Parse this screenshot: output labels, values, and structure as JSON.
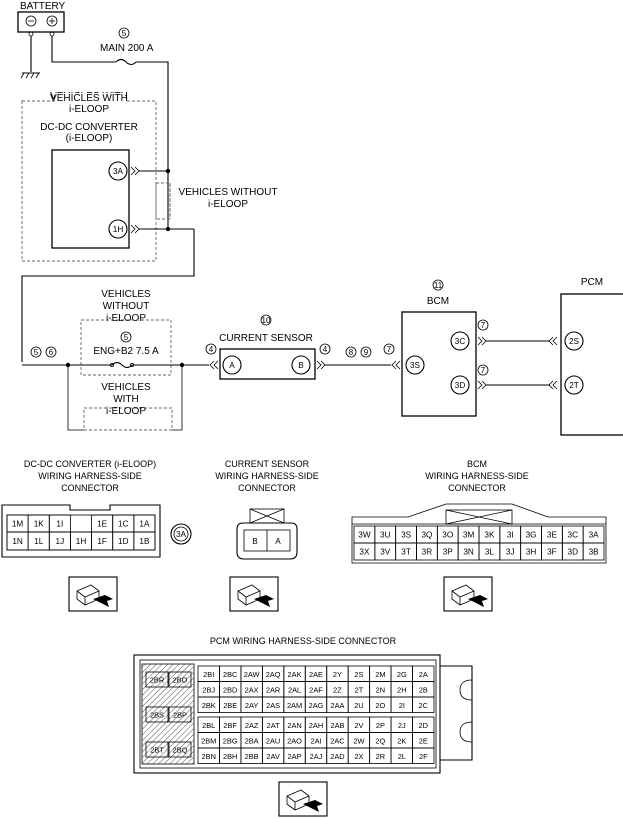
{
  "labels": {
    "battery": "BATTERY",
    "main_fuse_ref": "5",
    "main_fuse": "MAIN 200 A",
    "vehicles_with_top_1": "VEHICLES WITH",
    "vehicles_with_top_2": "i-ELOOP",
    "dcdc_1": "DC-DC CONVERTER",
    "dcdc_2": "(i-ELOOP)",
    "vehicles_without_mid_1": "VEHICLES WITHOUT",
    "vehicles_without_mid_2": "i-ELOOP",
    "vehicles_without_low_1": "VEHICLES",
    "vehicles_without_low_2": "WITHOUT",
    "vehicles_without_low_3": "i-ELOOP",
    "eng_fuse_ref": "5",
    "eng_fuse": "ENG+B2 7.5 A",
    "vehicles_with_low_1": "VEHICLES",
    "vehicles_with_low_2": "WITH",
    "vehicles_with_low_3": "i-ELOOP",
    "current_sensor_ref": "10",
    "current_sensor": "CURRENT SENSOR",
    "bcm_ref": "11",
    "bcm": "BCM",
    "pcm": "PCM"
  },
  "pins": {
    "dc_3a": "3A",
    "dc_1h": "1H",
    "cs_a": "A",
    "cs_b": "B",
    "bcm_3s": "3S",
    "bcm_3c": "3C",
    "bcm_3d": "3D",
    "pcm_2s": "2S",
    "pcm_2t": "2T"
  },
  "wire_refs": {
    "r5": "5",
    "r6": "6",
    "r4a": "4",
    "r4b": "4",
    "r8": "8",
    "r9": "9",
    "r7a": "7",
    "r7b": "7",
    "r7c": "7"
  },
  "connectors": {
    "dcdc_title_1": "DC-DC CONVERTER (i-ELOOP)",
    "dcdc_title_2": "WIRING HARNESS-SIDE",
    "dcdc_title_3": "CONNECTOR",
    "dcdc_row1": [
      "1M",
      "1K",
      "1I",
      "",
      "1E",
      "1C",
      "1A"
    ],
    "dcdc_row2": [
      "1N",
      "1L",
      "1J",
      "1H",
      "1F",
      "1D",
      "1B"
    ],
    "dcdc_side": "3A",
    "cs_title_1": "CURRENT SENSOR",
    "cs_title_2": "WIRING HARNESS-SIDE",
    "cs_title_3": "CONNECTOR",
    "cs_pins": [
      "B",
      "A"
    ],
    "bcm_title_1": "BCM",
    "bcm_title_2": "WIRING HARNESS-SIDE",
    "bcm_title_3": "CONNECTOR",
    "bcm_row1": [
      "3W",
      "3U",
      "3S",
      "3Q",
      "3O",
      "3M",
      "3K",
      "3I",
      "3G",
      "3E",
      "3C",
      "3A"
    ],
    "bcm_row2": [
      "3X",
      "3V",
      "3T",
      "3R",
      "3P",
      "3N",
      "3L",
      "3J",
      "3H",
      "3F",
      "3D",
      "3B"
    ],
    "pcm_title": "PCM WIRING HARNESS-SIDE CONNECTOR",
    "pcm_left": [
      "2BR",
      "2BO",
      "2BS",
      "2BP",
      "2BT",
      "2BQ"
    ],
    "pcm_rows": [
      [
        "2BI",
        "2BC",
        "2AW",
        "2AQ",
        "2AK",
        "2AE",
        "2Y",
        "2S",
        "2M",
        "2G",
        "2A"
      ],
      [
        "2BJ",
        "2BD",
        "2AX",
        "2AR",
        "2AL",
        "2AF",
        "2Z",
        "2T",
        "2N",
        "2H",
        "2B"
      ],
      [
        "2BK",
        "2BE",
        "2AY",
        "2AS",
        "2AM",
        "2AG",
        "2AA",
        "2U",
        "2O",
        "2I",
        "2C"
      ],
      [
        "2BL",
        "2BF",
        "2AZ",
        "2AT",
        "2AN",
        "2AH",
        "2AB",
        "2V",
        "2P",
        "2J",
        "2D"
      ],
      [
        "2BM",
        "2BG",
        "2BA",
        "2AU",
        "2AO",
        "2AI",
        "2AC",
        "2W",
        "2Q",
        "2K",
        "2E"
      ],
      [
        "2BN",
        "2BH",
        "2BB",
        "2AV",
        "2AP",
        "2AJ",
        "2AD",
        "2X",
        "2R",
        "2L",
        "2F"
      ]
    ]
  },
  "icons": [
    "battery-terminal-minus",
    "battery-terminal-plus",
    "ground-symbol",
    "fuse-symbol",
    "connector-view-icon"
  ]
}
